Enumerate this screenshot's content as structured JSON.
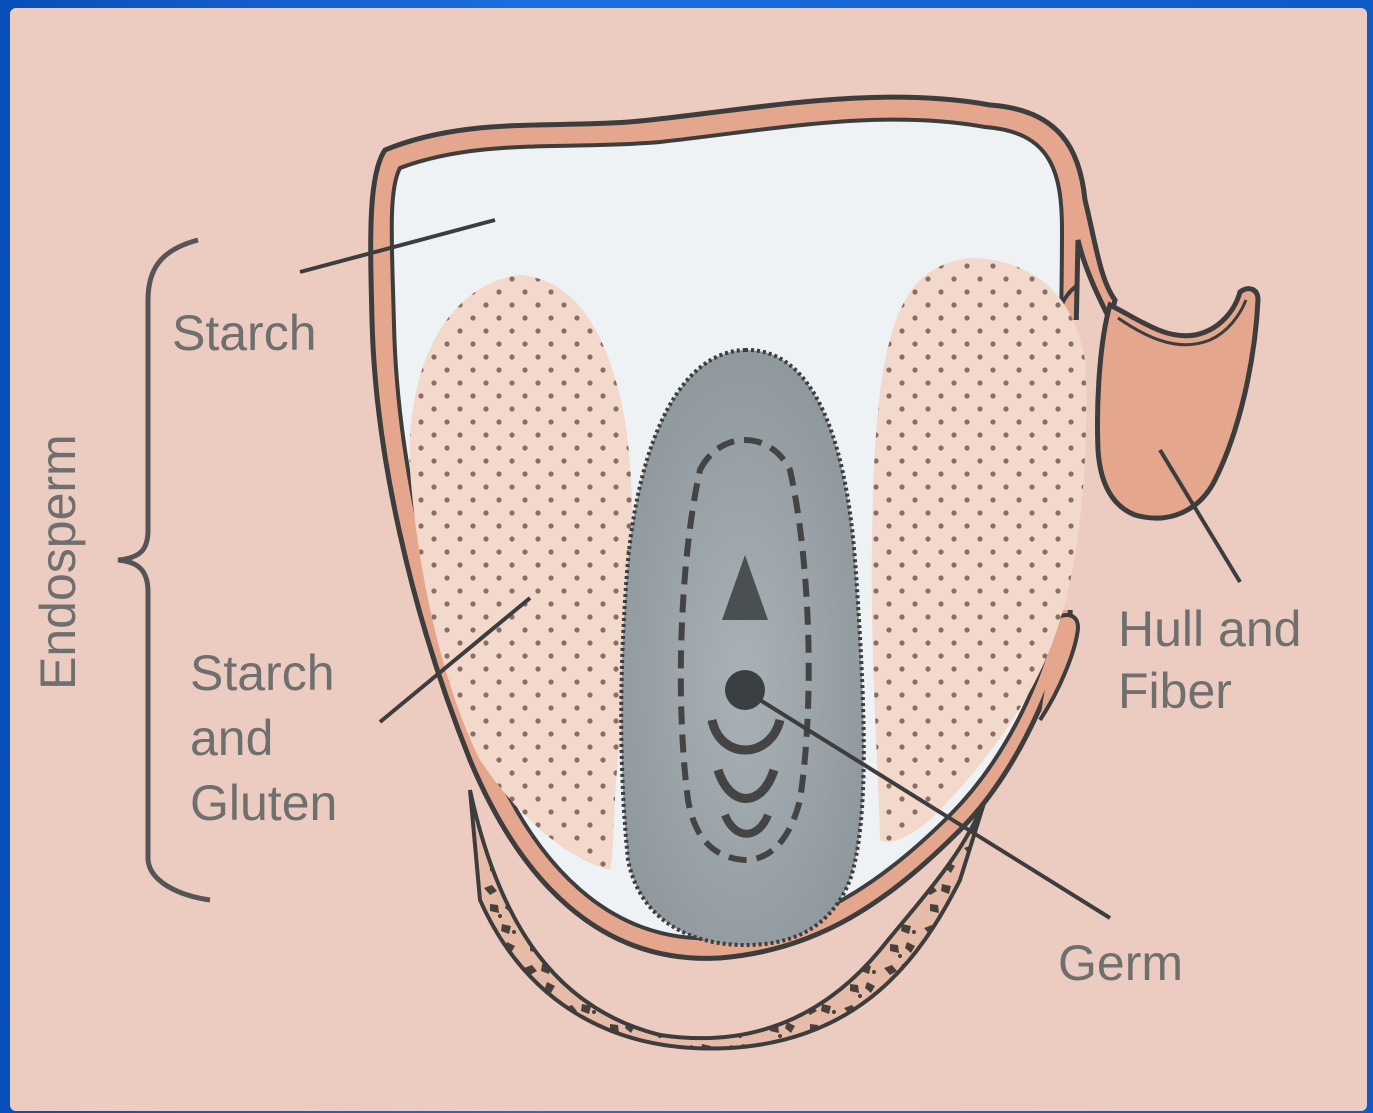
{
  "diagram": {
    "labels": {
      "endosperm": "Endosperm",
      "starch": "Starch",
      "starch_gluten_line1": "Starch",
      "starch_gluten_line2": "and",
      "starch_gluten_line3": "Gluten",
      "hull_line1": "Hull and",
      "hull_line2": "Fiber",
      "germ": "Germ"
    },
    "colors": {
      "frame": "#0b57c4",
      "panel": "#ecccc1",
      "hull": "#e5a68e",
      "starch": "#eef2f5",
      "gluten": "#f3d8cc",
      "germ": "#9aa3a8",
      "outline": "#3d3d3d",
      "label": "#6f6f6f"
    }
  }
}
